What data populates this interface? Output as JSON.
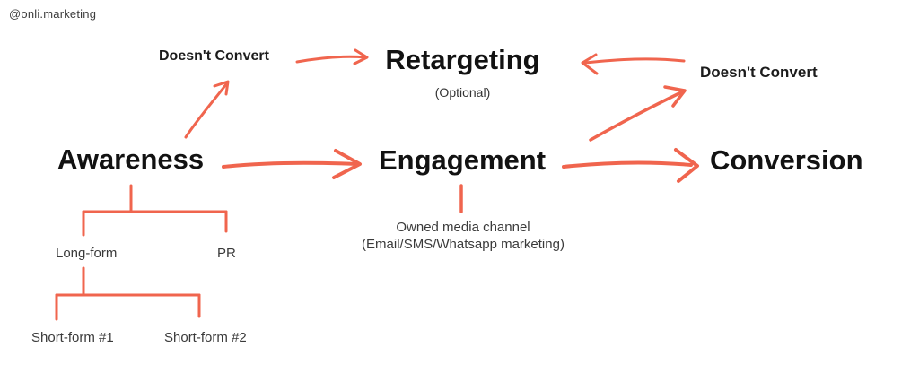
{
  "watermark": "@onli.marketing",
  "colors": {
    "arrow": "#F0654E",
    "heading": "#121212",
    "label": "#1C1C1C",
    "body": "#3A3A3A",
    "background": "#FFFFFF"
  },
  "nodes": {
    "awareness": "Awareness",
    "engagement": "Engagement",
    "conversion": "Conversion",
    "retargeting": "Retargeting",
    "retargeting_note": "(Optional)",
    "doesnt_convert_left": "Doesn't Convert",
    "doesnt_convert_right": "Doesn't Convert",
    "long_form": "Long-form",
    "pr": "PR",
    "short_form_1": "Short-form #1",
    "short_form_2": "Short-form #2",
    "owned_media_line1": "Owned media channel",
    "owned_media_line2": "(Email/SMS/Whatsapp marketing)"
  }
}
